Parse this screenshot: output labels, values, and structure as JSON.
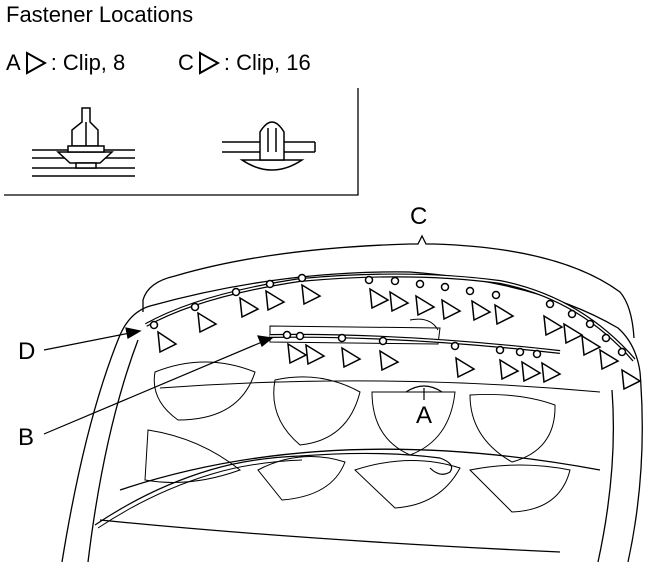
{
  "title": "Fastener Locations",
  "legend": [
    {
      "letter": "A",
      "text": ": Clip, 8"
    },
    {
      "letter": "C",
      "text": ": Clip, 16"
    }
  ],
  "callouts": {
    "c": "C",
    "d": "D",
    "b": "B",
    "a": "A"
  }
}
